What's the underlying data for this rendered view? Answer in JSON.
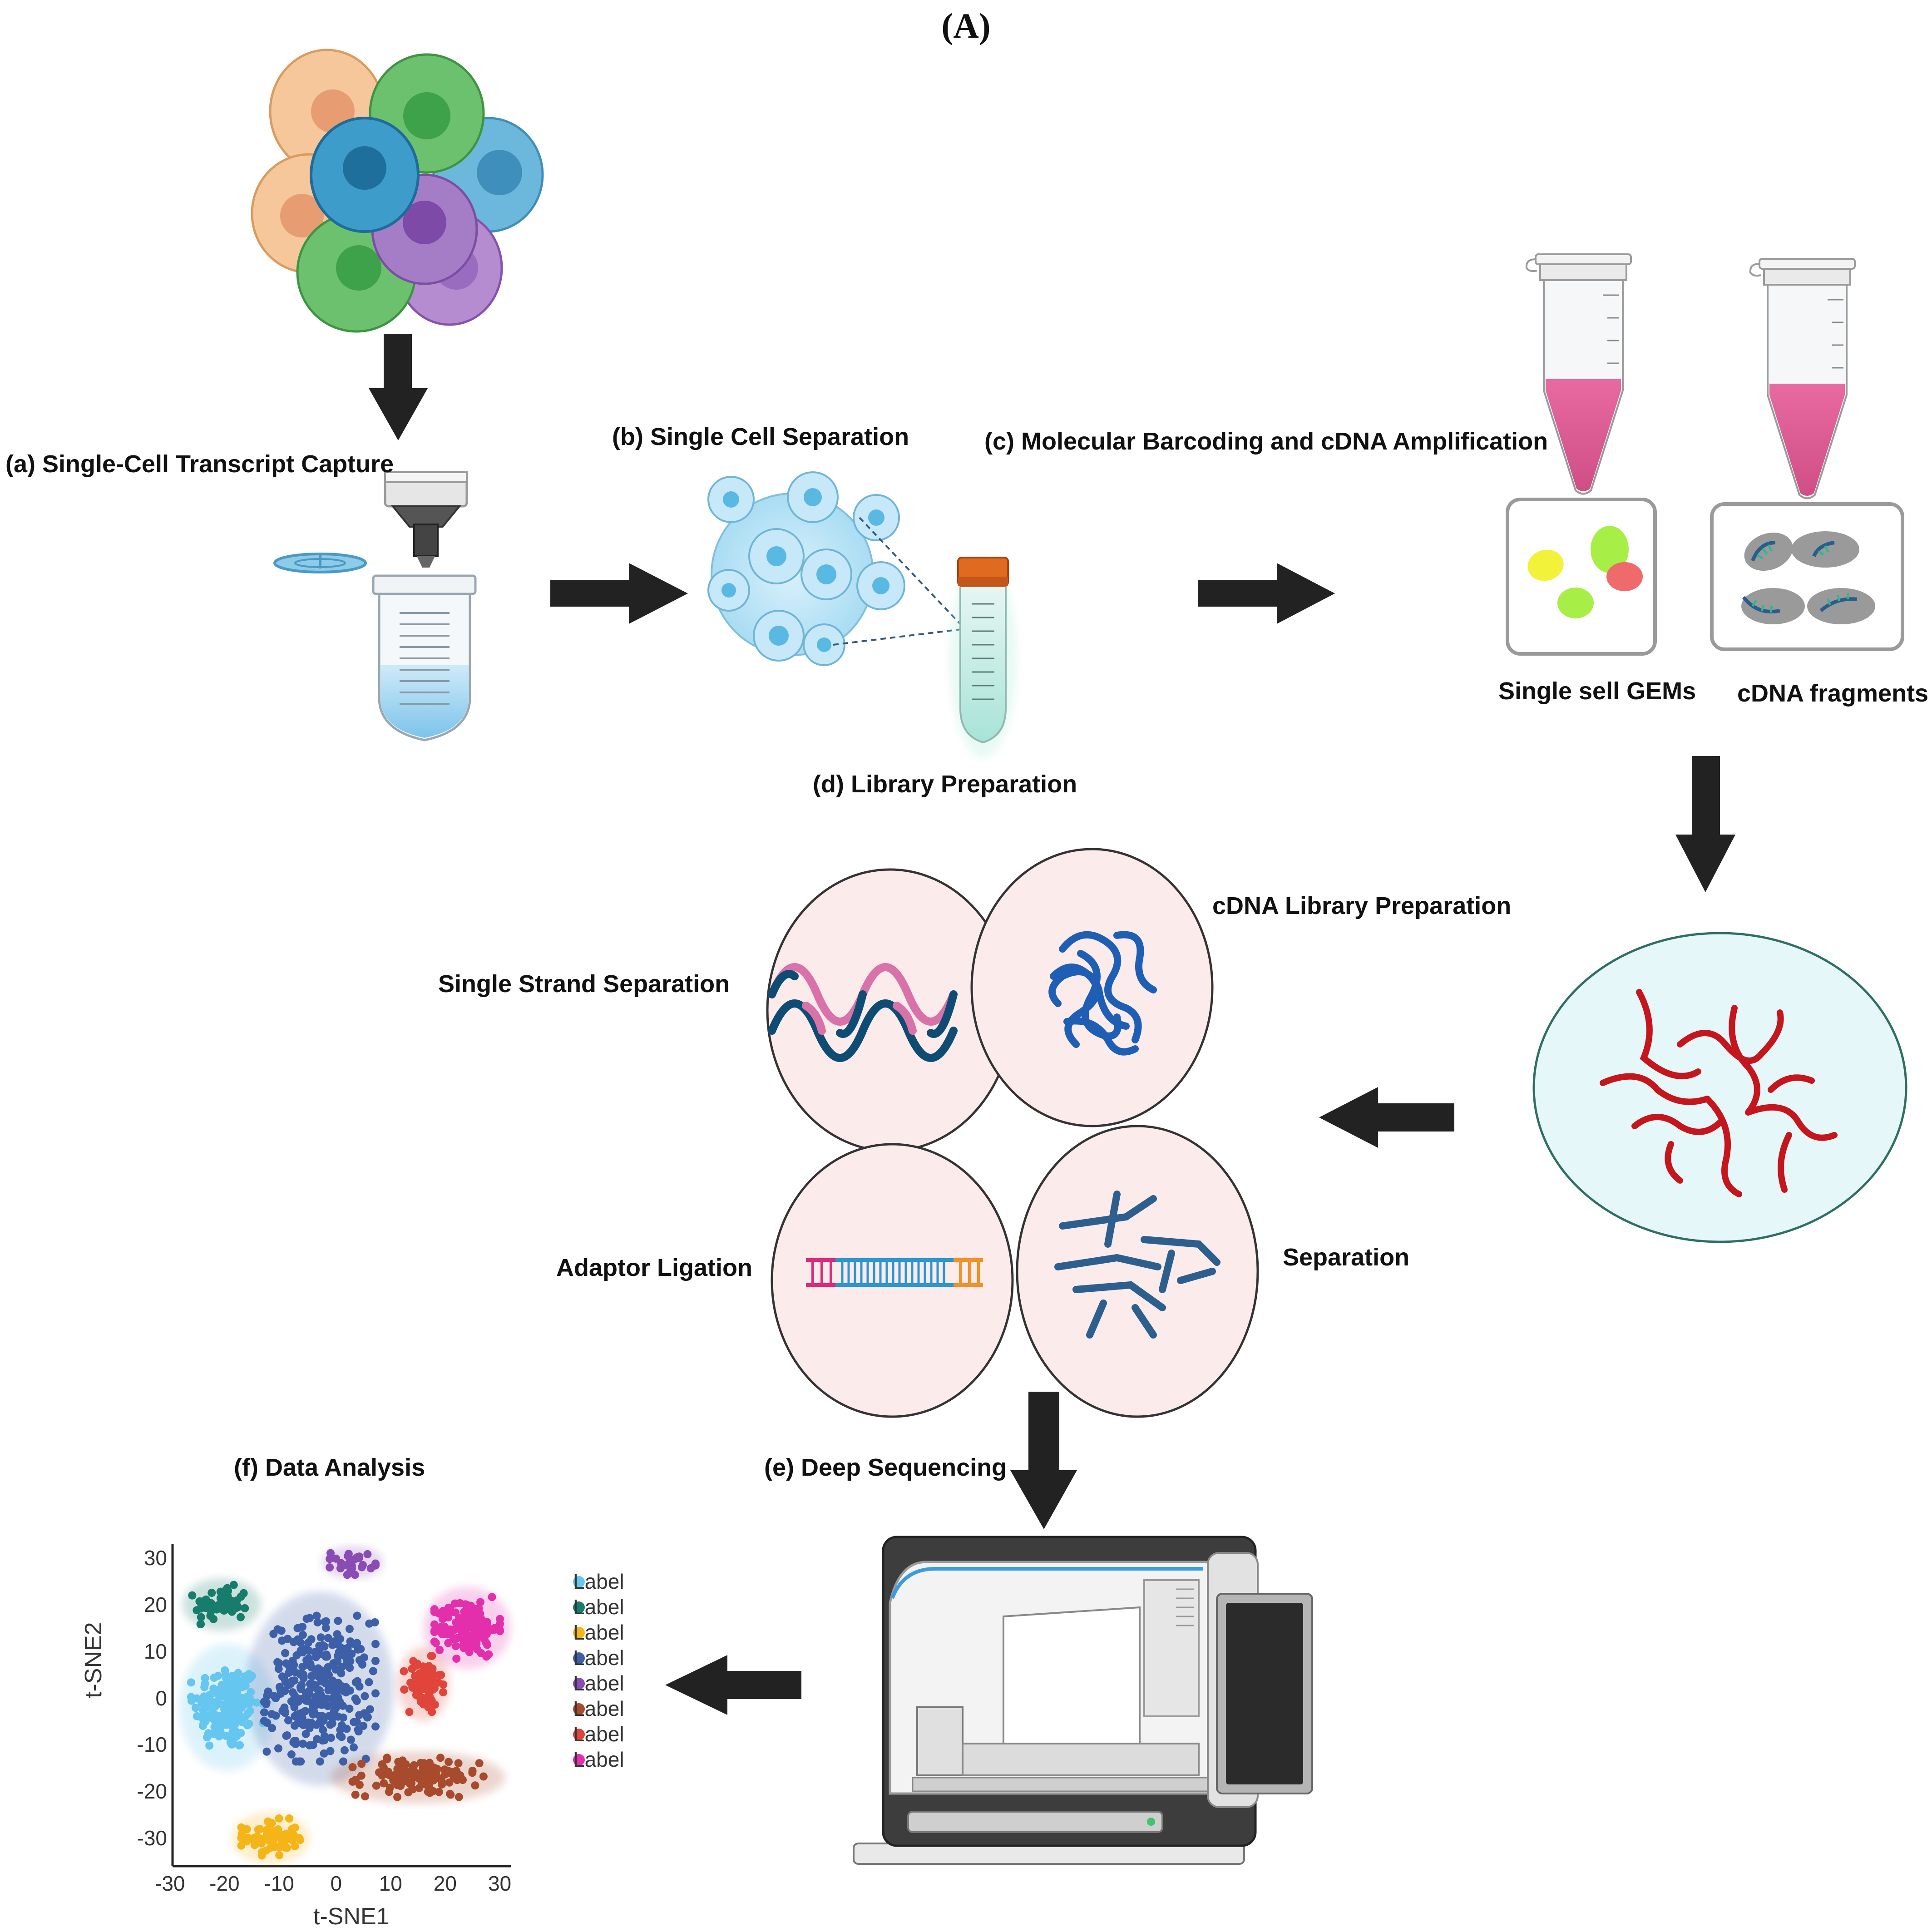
{
  "panel_label": "(A)",
  "steps": {
    "a": "(a) Single-Cell Transcript Capture",
    "b": "(b) Single Cell Separation",
    "c": "(c) Molecular Barcoding and cDNA Amplification",
    "d": "(d) Library Preparation",
    "e": "(e) Deep Sequencing",
    "f": "(f) Data Analysis"
  },
  "tube_labels": {
    "gems": "Single sell GEMs",
    "cdna": "cDNA fragments"
  },
  "library_labels": {
    "strand": "Single Strand Separation",
    "cdna_lib": "cDNA Library Preparation",
    "adaptor": "Adaptor Ligation",
    "separation": "Separation"
  },
  "chart_data": {
    "type": "scatter",
    "xlabel": "t-SNE1",
    "ylabel": "t-SNE2",
    "xlim": [
      -30,
      32
    ],
    "ylim": [
      -36,
      33
    ],
    "xticks": [
      "-30",
      "-20",
      "-10",
      "0",
      "10",
      "20",
      "30"
    ],
    "yticks": [
      "30",
      "20",
      "10",
      "0",
      "-10",
      "-20",
      "-30"
    ],
    "legend": [
      "Label",
      "Label",
      "Label",
      "Label",
      "Label",
      "Label",
      "Label",
      "Label"
    ],
    "clusters": [
      {
        "color": "#65c6ef",
        "center": [
          -20,
          -2
        ],
        "spread": [
          5.5,
          8.5
        ],
        "n": 170
      },
      {
        "color": "#167c6c",
        "center": [
          -21,
          20
        ],
        "spread": [
          4.5,
          3.5
        ],
        "n": 55
      },
      {
        "color": "#f5b519",
        "center": [
          -12,
          -30
        ],
        "spread": [
          4.5,
          3.5
        ],
        "n": 75
      },
      {
        "color": "#3d5fa8",
        "center": [
          -3,
          2
        ],
        "spread": [
          8.5,
          13
        ],
        "n": 320
      },
      {
        "color": "#8b4bb5",
        "center": [
          3,
          29
        ],
        "spread": [
          3.5,
          2.2
        ],
        "n": 28
      },
      {
        "color": "#a84a2c",
        "center": [
          15,
          -17
        ],
        "spread": [
          10,
          3.5
        ],
        "n": 130
      },
      {
        "color": "#e0443a",
        "center": [
          16,
          3
        ],
        "spread": [
          3,
          5
        ],
        "n": 75
      },
      {
        "color": "#e32fab",
        "center": [
          24,
          15
        ],
        "spread": [
          5,
          5.5
        ],
        "n": 150
      }
    ]
  }
}
